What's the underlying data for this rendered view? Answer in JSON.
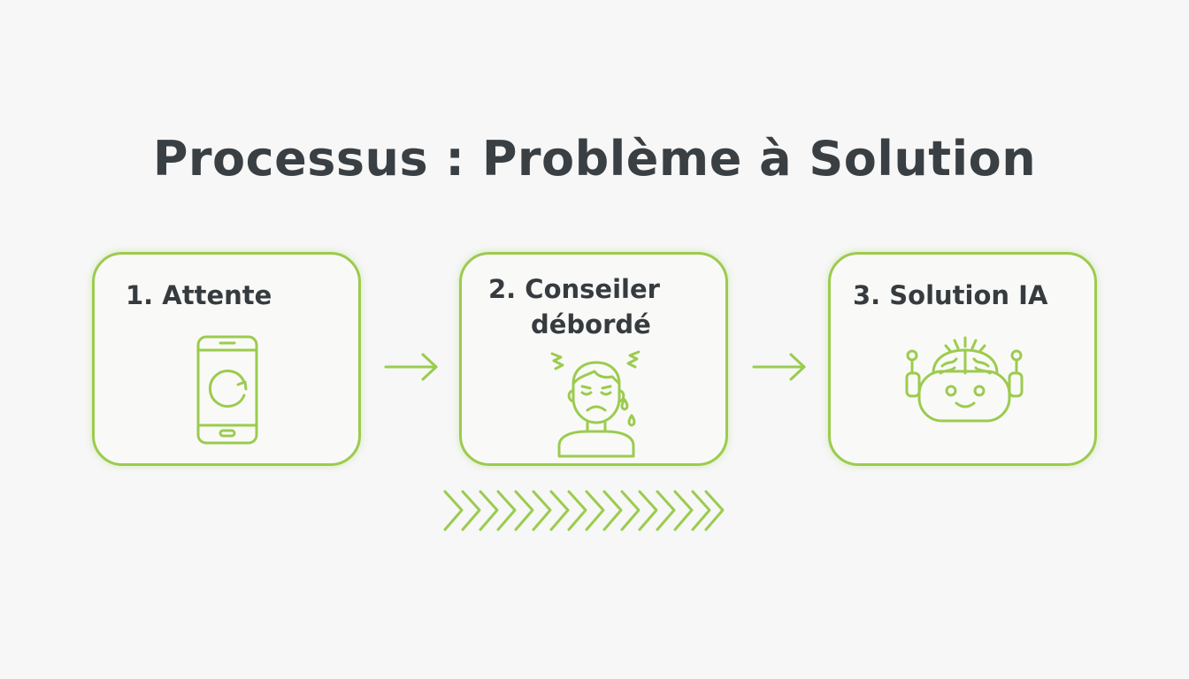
{
  "title": "Processus : Problème à Solution",
  "steps": [
    {
      "label": "1. Attente",
      "icon": "smartphone-refresh-icon"
    },
    {
      "label_line_1": "2. Conseiler",
      "label_line_2": "débordé",
      "icon": "stressed-person-icon"
    },
    {
      "label": "3. Solution IA",
      "icon": "ai-robot-brain-icon"
    }
  ],
  "colors": {
    "accent": "#9ccb4e",
    "text": "#363b3f",
    "background": "#f6f7f6"
  }
}
